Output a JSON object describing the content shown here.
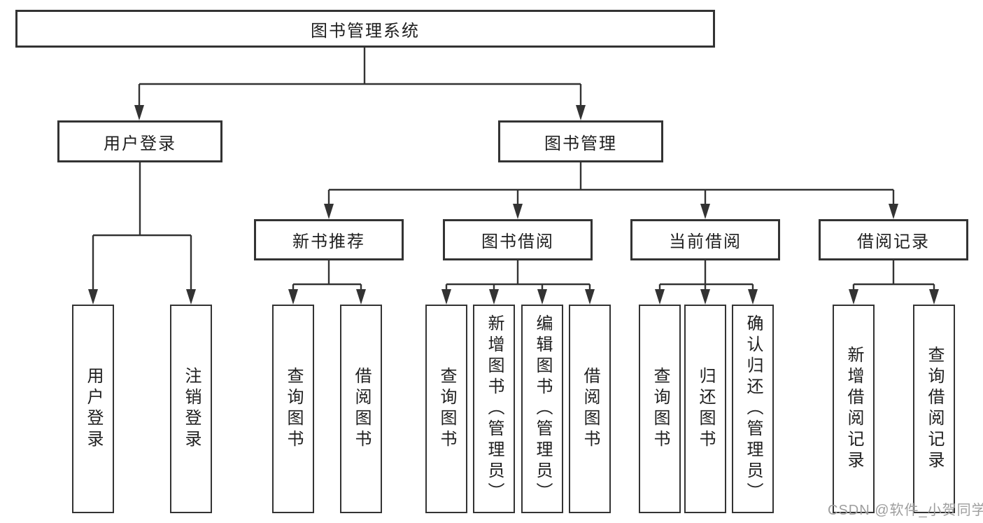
{
  "tree": {
    "label": "图书管理系统",
    "children": [
      {
        "label": "用户登录",
        "children": [
          {
            "label": "用户登录"
          },
          {
            "label": "注销登录"
          }
        ]
      },
      {
        "label": "图书管理",
        "children": [
          {
            "label": "新书推荐",
            "children": [
              {
                "label": "查询图书"
              },
              {
                "label": "借阅图书"
              }
            ]
          },
          {
            "label": "图书借阅",
            "children": [
              {
                "label": "查询图书"
              },
              {
                "label": "新增图书（管理员）"
              },
              {
                "label": "编辑图书（管理员）"
              },
              {
                "label": "借阅图书"
              }
            ]
          },
          {
            "label": "当前借阅",
            "children": [
              {
                "label": "查询图书"
              },
              {
                "label": "归还图书"
              },
              {
                "label": "确认归还（管理员）"
              }
            ]
          },
          {
            "label": "借阅记录",
            "children": [
              {
                "label": "新增借阅记录"
              },
              {
                "label": "查询借阅记录"
              }
            ]
          }
        ]
      }
    ]
  },
  "watermark": {
    "text": "CSDN @软件_小贺同学"
  },
  "colors": {
    "line": "#333333",
    "box_border": "#333333",
    "text": "#1f1f1f",
    "background": "#ffffff",
    "watermark": "#9e9e9e"
  }
}
